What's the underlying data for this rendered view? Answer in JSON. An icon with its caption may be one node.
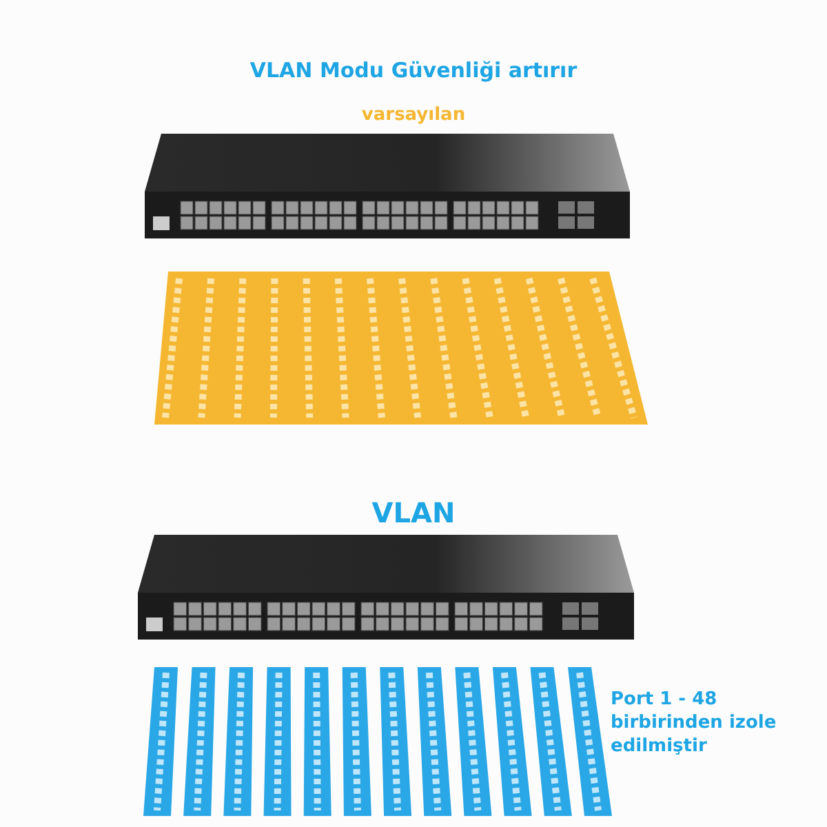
{
  "diagram": {
    "title": "VLAN Modu Güvenliği artırır",
    "labels": [
      "varsayılan",
      "VLAN",
      "Port 1 - 48 birbirinden izole edilmiştir"
    ]
  }
}
